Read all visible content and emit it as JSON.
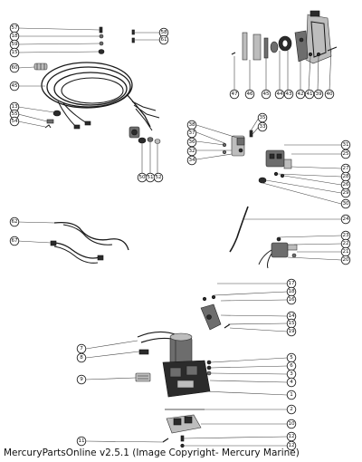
{
  "caption": "MercuryPartsOnline v2.5.1 (Image Copyright- Mercury Marine)",
  "callouts": {
    "c57": "57",
    "c18a": "18",
    "c59": "59",
    "c15": "15",
    "c58": "58",
    "c61": "61",
    "c60": "60",
    "c45": "45",
    "c13": "13",
    "c55": "55",
    "c54": "54",
    "c50": "50",
    "c51": "51",
    "c52": "52",
    "c47": "47",
    "c46": "46",
    "c45b": "45",
    "c44": "44",
    "c43": "43",
    "c42": "42",
    "c41": "41",
    "c39": "39",
    "c40": "40",
    "c38": "38",
    "c37": "37",
    "c36": "36",
    "c32": "32",
    "c34": "34",
    "c35": "35",
    "c33": "33",
    "c31": "31",
    "c25": "25",
    "c27": "27",
    "c28": "28",
    "c26": "26",
    "c29": "29",
    "c30": "30",
    "c24": "24",
    "c23": "23",
    "c22": "22",
    "c21": "21",
    "c20": "20",
    "c62": "62",
    "c67": "67",
    "c17": "17",
    "c18b": "18",
    "c16": "16",
    "c14": "14",
    "c15b": "15",
    "c19": "19",
    "c7": "7",
    "c8": "8",
    "c9": "9",
    "c5": "5",
    "c6": "6",
    "c3": "3",
    "c4": "4",
    "c1": "1",
    "c2": "2",
    "c10": "10",
    "c11": "11",
    "c12": "12",
    "c12b": "12"
  }
}
